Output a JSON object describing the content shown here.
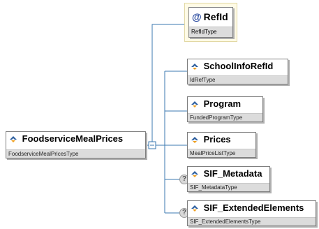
{
  "root": {
    "name": "FoodserviceMealPrices",
    "type": "FoodserviceMealPricesType"
  },
  "attribute": {
    "symbol": "@",
    "name": "RefId",
    "type": "RefIdType"
  },
  "children": [
    {
      "name": "SchoolInfoRefId",
      "type": "IdRefType",
      "optional": false
    },
    {
      "name": "Program",
      "type": "FundedProgramType",
      "optional": false
    },
    {
      "name": "Prices",
      "type": "MealPriceListType",
      "optional": false
    },
    {
      "name": "SIF_Metadata",
      "type": "SIF_MetadataType",
      "optional": true
    },
    {
      "name": "SIF_ExtendedElements",
      "type": "SIF_ExtendedElementsType",
      "optional": true
    }
  ],
  "optional_marker": "?",
  "colors": {
    "connector": "#3b78b0",
    "element_icon": "#2b5d9e",
    "attribute_bg": "#fffbe6"
  }
}
